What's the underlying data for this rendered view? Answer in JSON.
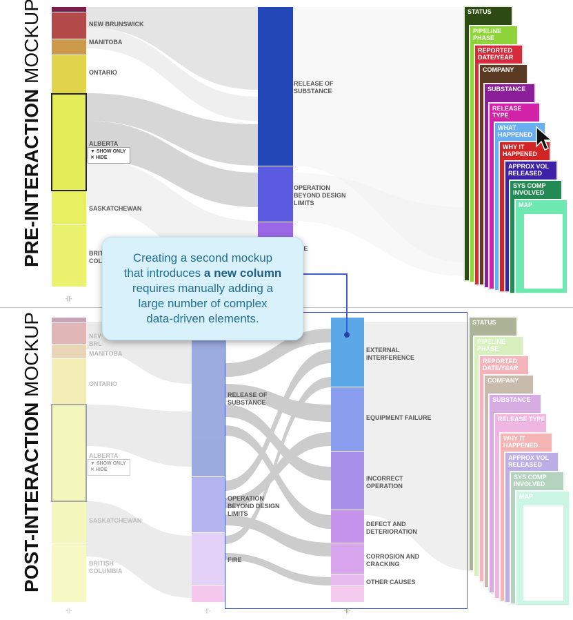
{
  "titles": {
    "pre": {
      "bold": "PRE-INTERACTION",
      "light": " MOCKUP"
    },
    "post": {
      "bold": "POST-INTERACTION",
      "light": " MOCKUP"
    }
  },
  "pre": {
    "provinces": [
      "NEW BRUNSWICK",
      "MANITOBA",
      "ONTARIO",
      "ALBERTA",
      "SASKATCHEWAN",
      "BRITISH COLUMBIA"
    ],
    "incident_types": [
      "RELEASE OF SUBSTANCE",
      "OPERATION BEYOND DESIGN LIMITS",
      "FIRE"
    ],
    "filter": {
      "show_only": "▼ SHOW ONLY",
      "hide": "✕ HIDE"
    },
    "cards": [
      "STATUS",
      "PIPELINE PHASE",
      "REPORTED DATE/YEAR",
      "COMPANY",
      "SUBSTANCE",
      "RELEASE TYPE",
      "WHAT HAPPENED",
      "WHY IT HAPPENED",
      "APPROX VOL RELEASED",
      "SYS COMP INVOLVED",
      "MAP"
    ]
  },
  "post": {
    "provinces": [
      "NEW BRUNSWICK",
      "MANITOBA",
      "ONTARIO",
      "ALBERTA",
      "SASKATCHEWAN",
      "BRITISH COLUMBIA"
    ],
    "incident_types": [
      "RELEASE OF SUBSTANCE",
      "OPERATION BEYOND DESIGN LIMITS",
      "FIRE"
    ],
    "causes": [
      "EXTERNAL INTERFERENCE",
      "EQUIPMENT FAILURE",
      "INCORRECT OPERATION",
      "DEFECT AND DETERIORATION",
      "CORROSION AND CRACKING",
      "OTHER CAUSES"
    ],
    "filter": {
      "show_only": "▼ SHOW ONLY",
      "hide": "✕ HIDE"
    },
    "cards": [
      "STATUS",
      "PIPELINE PHASE",
      "REPORTED DATE/YEAR",
      "COMPANY",
      "SUBSTANCE",
      "RELEASE TYPE",
      "WHY IT HAPPENED",
      "APPROX VOL RELEASED",
      "SYS COMP INVOLVED",
      "MAP"
    ]
  },
  "callout": {
    "line1": "Creating a second mockup",
    "line2_pre": "that introduces ",
    "line2_bold": "a new column",
    "line3": "requires manually adding a",
    "line4": "large number of complex",
    "line5": "data-driven elements."
  },
  "handle": "-||-",
  "colors": {
    "accent_blue": "#3b5bdb",
    "callout_bg": "#d9f1fb",
    "callout_text": "#1f6f96"
  }
}
